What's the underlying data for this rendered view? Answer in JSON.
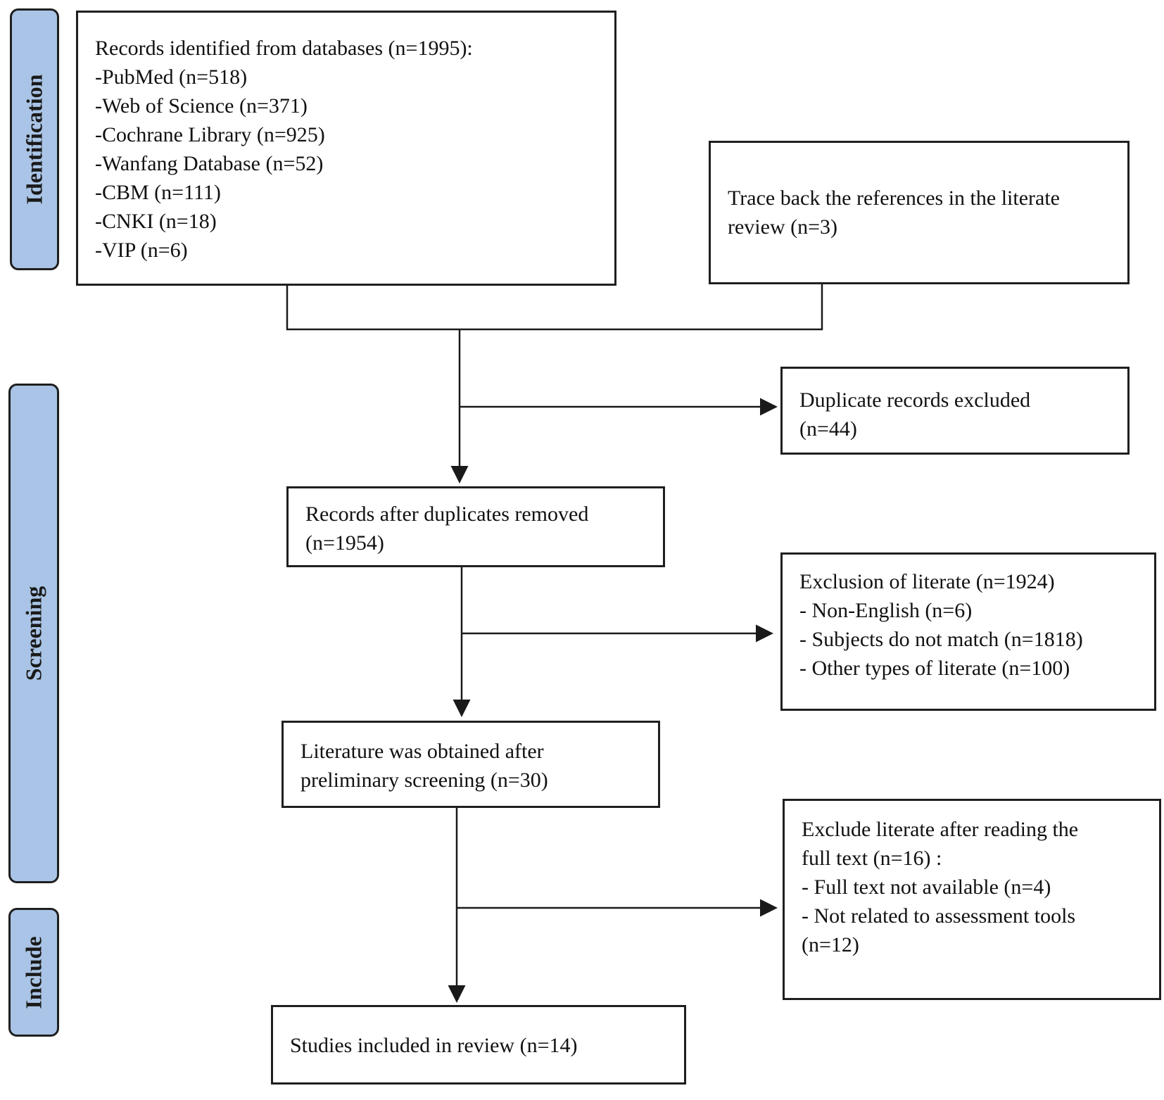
{
  "phases": {
    "identification": "Identification",
    "screening": "Screening",
    "include": "Include"
  },
  "boxes": {
    "databases": {
      "lines": [
        "Records identified from databases (n=1995):",
        "-PubMed (n=518)",
        "-Web of Science (n=371)",
        "-Cochrane Library (n=925)",
        "-Wanfang Database (n=52)",
        "-CBM (n=111)",
        "-CNKI (n=18)",
        "-VIP (n=6)"
      ]
    },
    "trace_back": {
      "lines": [
        "Trace back the references in the literate",
        "review (n=3)"
      ]
    },
    "duplicates_excluded": {
      "lines": [
        "Duplicate records excluded",
        "(n=44)"
      ]
    },
    "after_duplicates": {
      "lines": [
        "Records after duplicates removed",
        "(n=1954)"
      ]
    },
    "exclusion_literate": {
      "lines": [
        "Exclusion of literate (n=1924)",
        "- Non-English (n=6)",
        "- Subjects do not match (n=1818)",
        "- Other types of literate (n=100)"
      ]
    },
    "preliminary": {
      "lines": [
        "Literature was obtained after",
        "preliminary screening (n=30)"
      ]
    },
    "full_text_excluded": {
      "lines": [
        "Exclude literate after reading the",
        "full text (n=16) :",
        "- Full text not available (n=4)",
        "- Not related to assessment tools",
        "(n=12)"
      ]
    },
    "included": {
      "lines": [
        "Studies included in review (n=14)"
      ]
    }
  }
}
